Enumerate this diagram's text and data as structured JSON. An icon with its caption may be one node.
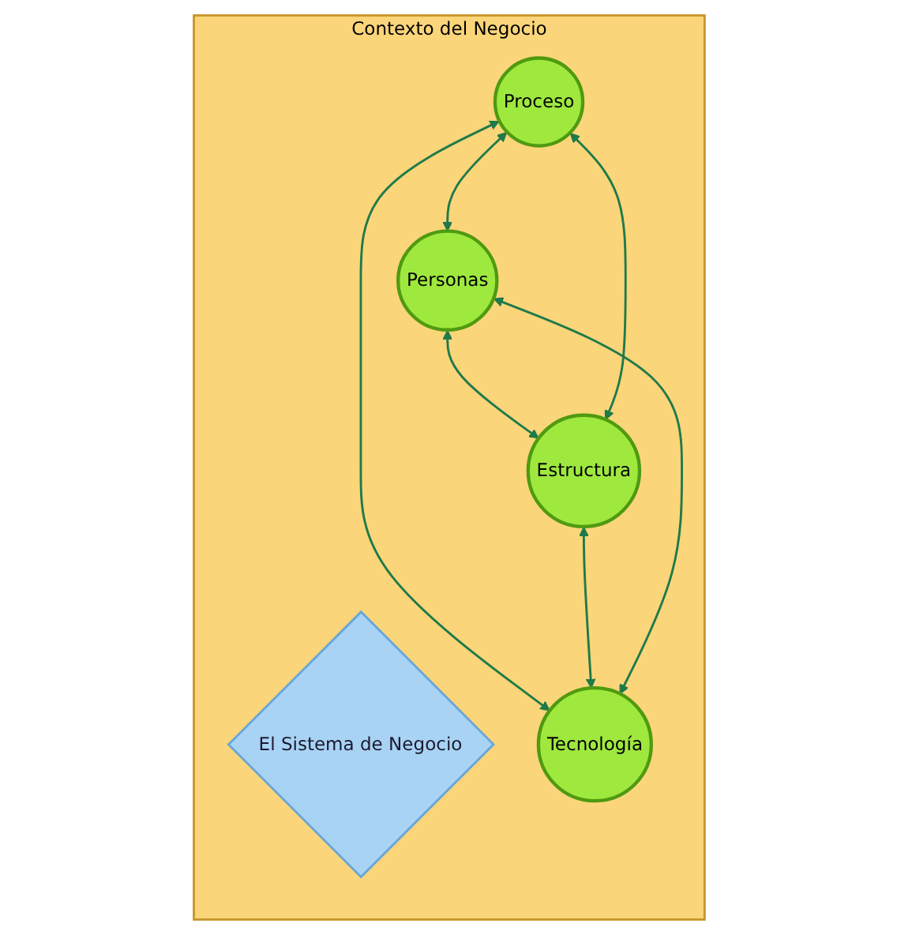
{
  "diagram": {
    "nodes": [
      {
        "text": [
          "Contexto del Negocio"
        ]
      },
      {
        "text": [
          "El Sistema de Negocio"
        ],
        "in": 0
      },
      {
        "text": [
          "Personas"
        ],
        "in": 0
      },
      {
        "text": [
          "Proceso"
        ],
        "in": 0
      },
      {
        "text": [
          "Estructura"
        ],
        "in": 0
      },
      {
        "text": [
          "Tecnología"
        ],
        "in": 0
      }
    ],
    "edges": [
      {
        "from": 3,
        "to": 2,
        "arrow": "both"
      },
      {
        "from": 2,
        "to": 4,
        "arrow": "both"
      },
      {
        "from": 3,
        "to": 5,
        "arrow": "both"
      },
      {
        "from": 4,
        "to": 5,
        "arrow": "both"
      },
      {
        "from": 2,
        "to": 5,
        "arrow": "both"
      },
      {
        "from": 3,
        "to": 4,
        "arrow": "both"
      }
    ]
  }
}
